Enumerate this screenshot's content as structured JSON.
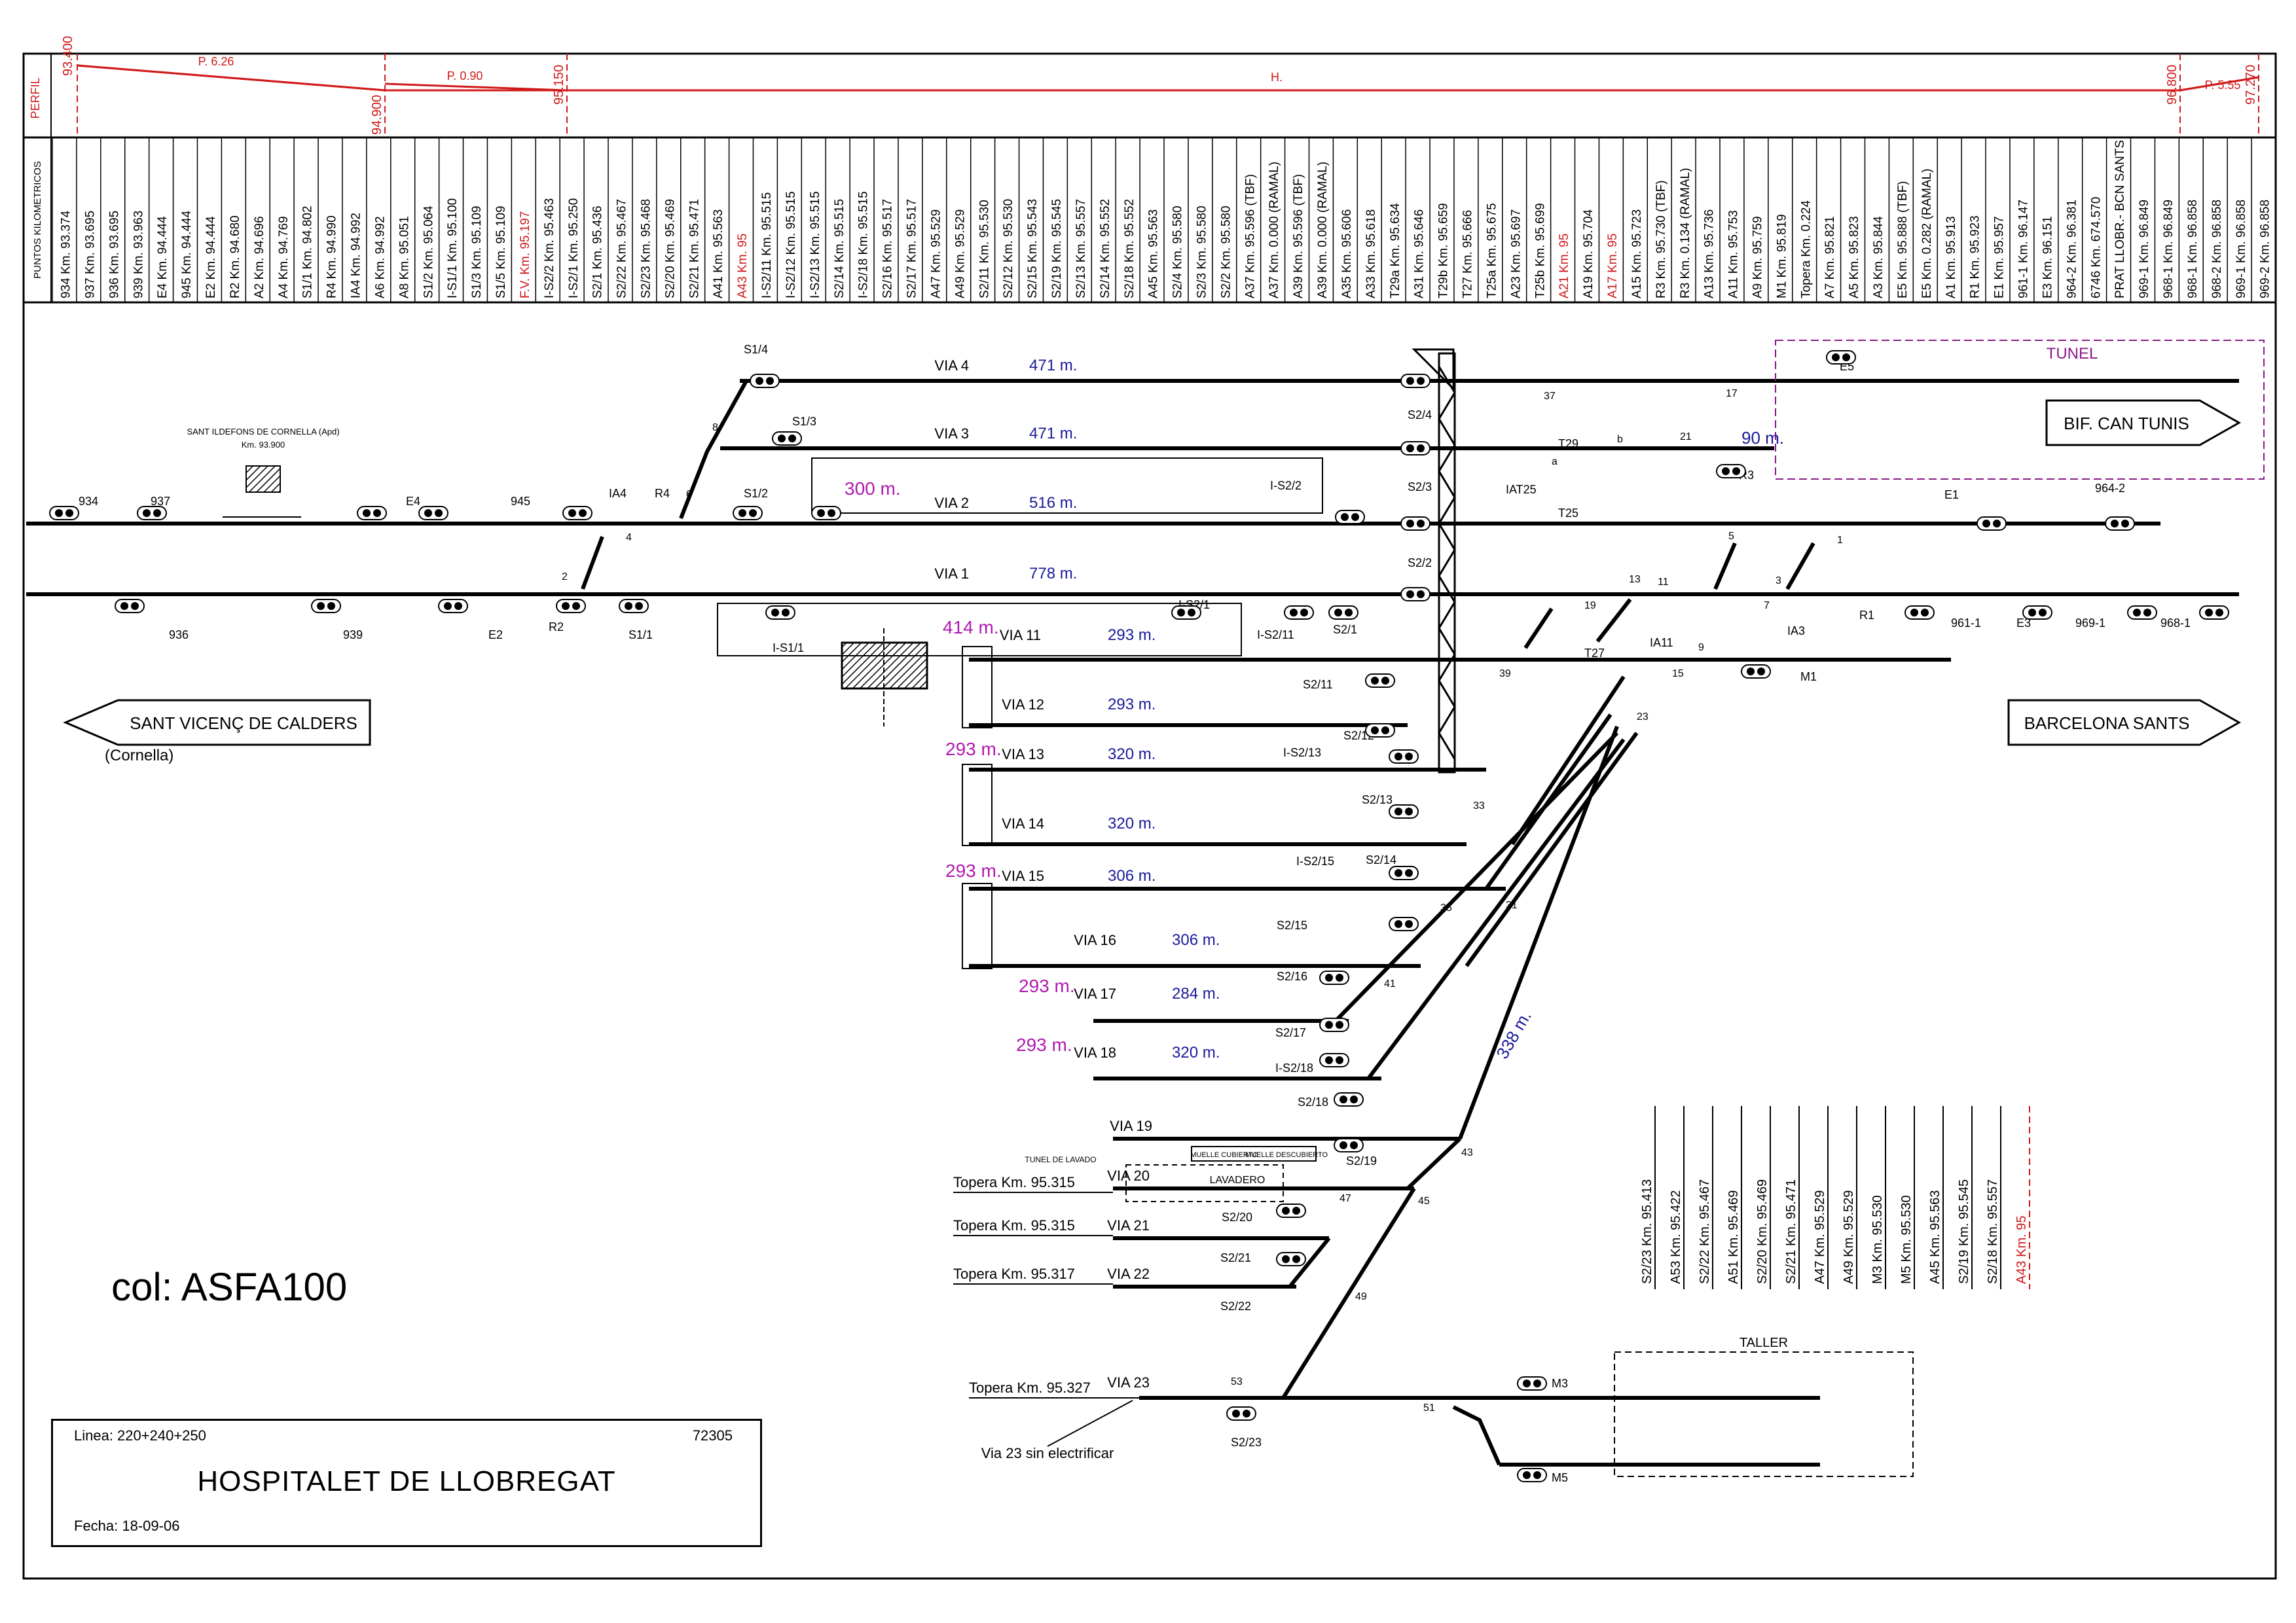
{
  "profile": {
    "label": "PERFIL",
    "km_label": "PUNTOS KILOMETRICOS",
    "elevations": [
      "93.400",
      "94.900",
      "95.150",
      "96.800",
      "97.270"
    ],
    "gradients": [
      "P. 6.26",
      "P. 0.90",
      "H.",
      "P. 5.55"
    ]
  },
  "km_points": [
    {
      "t": "934 Km. 93.374",
      "red": false
    },
    {
      "t": "937 Km. 93.695",
      "red": false
    },
    {
      "t": "936 Km. 93.695",
      "red": false
    },
    {
      "t": "939 Km. 93.963",
      "red": false
    },
    {
      "t": "E4 Km. 94.444",
      "red": false
    },
    {
      "t": "945 Km. 94.444",
      "red": false
    },
    {
      "t": "E2 Km. 94.444",
      "red": false
    },
    {
      "t": "R2 Km. 94.680",
      "red": false
    },
    {
      "t": "A2 Km. 94.696",
      "red": false
    },
    {
      "t": "A4 Km. 94.769",
      "red": false
    },
    {
      "t": "S1/1 Km. 94.802",
      "red": false
    },
    {
      "t": "R4 Km. 94.990",
      "red": false
    },
    {
      "t": "IA4 Km. 94.992",
      "red": false
    },
    {
      "t": "A6 Km. 94.992",
      "red": false
    },
    {
      "t": "A8 Km. 95.051",
      "red": false
    },
    {
      "t": "S1/2 Km. 95.064",
      "red": false
    },
    {
      "t": "I-S1/1 Km. 95.100",
      "red": false
    },
    {
      "t": "S1/3 Km. 95.109",
      "red": false
    },
    {
      "t": "S1/5 Km. 95.109",
      "red": false
    },
    {
      "t": "F.V. Km. 95.197",
      "red": true
    },
    {
      "t": "I-S2/2 Km. 95.463",
      "red": false
    },
    {
      "t": "I-S2/1 Km. 95.250",
      "red": false
    },
    {
      "t": "S2/1 Km. 95.436",
      "red": false
    },
    {
      "t": "S2/22 Km. 95.467",
      "red": false
    },
    {
      "t": "S2/23 Km. 95.468",
      "red": false
    },
    {
      "t": "S2/20 Km. 95.469",
      "red": false
    },
    {
      "t": "S2/21 Km. 95.471",
      "red": false
    },
    {
      "t": "A41 Km. 95.563",
      "red": false
    },
    {
      "t": "A43 Km. 95",
      "red": true
    },
    {
      "t": "I-S2/11 Km. 95.515",
      "red": false
    },
    {
      "t": "I-S2/12 Km. 95.515",
      "red": false
    },
    {
      "t": "I-S2/13 Km. 95.515",
      "red": false
    },
    {
      "t": "S2/14 Km. 95.515",
      "red": false
    },
    {
      "t": "I-S2/18 Km. 95.515",
      "red": false
    },
    {
      "t": "S2/16 Km. 95.517",
      "red": false
    },
    {
      "t": "S2/17 Km. 95.517",
      "red": false
    },
    {
      "t": "A47 Km. 95.529",
      "red": false
    },
    {
      "t": "A49 Km. 95.529",
      "red": false
    },
    {
      "t": "S2/11 Km. 95.530",
      "red": false
    },
    {
      "t": "S2/12 Km. 95.530",
      "red": false
    },
    {
      "t": "S2/15 Km. 95.543",
      "red": false
    },
    {
      "t": "S2/19 Km. 95.545",
      "red": false
    },
    {
      "t": "S2/13 Km. 95.557",
      "red": false
    },
    {
      "t": "S2/14 Km. 95.552",
      "red": false
    },
    {
      "t": "S2/18 Km. 95.552",
      "red": false
    },
    {
      "t": "A45 Km. 95.563",
      "red": false
    },
    {
      "t": "S2/4 Km. 95.580",
      "red": false
    },
    {
      "t": "S2/3 Km. 95.580",
      "red": false
    },
    {
      "t": "S2/2 Km. 95.580",
      "red": false
    },
    {
      "t": "A37 Km. 95.596 (TBF)",
      "red": false
    },
    {
      "t": "A37 Km. 0.000 (RAMAL)",
      "red": false
    },
    {
      "t": "A39 Km. 95.596 (TBF)",
      "red": false
    },
    {
      "t": "A39 Km. 0.000 (RAMAL)",
      "red": false
    },
    {
      "t": "A35 Km. 95.606",
      "red": false
    },
    {
      "t": "A33 Km. 95.618",
      "red": false
    },
    {
      "t": "T29a Km. 95.634",
      "red": false
    },
    {
      "t": "A31 Km. 95.646",
      "red": false
    },
    {
      "t": "T29b Km. 95.659",
      "red": false
    },
    {
      "t": "T27 Km. 95.666",
      "red": false
    },
    {
      "t": "T25a Km. 95.675",
      "red": false
    },
    {
      "t": "A23 Km. 95.697",
      "red": false
    },
    {
      "t": "T25b Km. 95.699",
      "red": false
    },
    {
      "t": "A21 Km. 95",
      "red": true
    },
    {
      "t": "A19 Km. 95.704",
      "red": false
    },
    {
      "t": "A17 Km. 95",
      "red": true
    },
    {
      "t": "A15 Km. 95.723",
      "red": false
    },
    {
      "t": "R3 Km. 95.730 (TBF)",
      "red": false
    },
    {
      "t": "R3 Km. 0.134 (RAMAL)",
      "red": false
    },
    {
      "t": "A13 Km. 95.736",
      "red": false
    },
    {
      "t": "A11 Km. 95.753",
      "red": false
    },
    {
      "t": "A9 Km. 95.759",
      "red": false
    },
    {
      "t": "M1 Km. 95.819",
      "red": false
    },
    {
      "t": "Topera Km. 0.224",
      "red": false
    },
    {
      "t": "A7 Km. 95.821",
      "red": false
    },
    {
      "t": "A5 Km. 95.823",
      "red": false
    },
    {
      "t": "A3 Km. 95.844",
      "red": false
    },
    {
      "t": "E5 Km. 95.888 (TBF)",
      "red": false
    },
    {
      "t": "E5 Km. 0.282 (RAMAL)",
      "red": false
    },
    {
      "t": "A1 Km. 95.913",
      "red": false
    },
    {
      "t": "R1 Km. 95.923",
      "red": false
    },
    {
      "t": "E1 Km. 95.957",
      "red": false
    },
    {
      "t": "961-1 Km. 96.147",
      "red": false
    },
    {
      "t": "E3 Km. 96.151",
      "red": false
    },
    {
      "t": "964-2 Km. 96.381",
      "red": false
    },
    {
      "t": "6746 Km. 674.570",
      "red": false
    },
    {
      "t": "PRAT LLOBR.- BCN SANTS",
      "red": false
    },
    {
      "t": "969-1 Km. 96.849",
      "red": false
    },
    {
      "t": "968-1 Km. 96.849",
      "red": false
    },
    {
      "t": "968-1 Km. 96.858",
      "red": false
    },
    {
      "t": "968-2 Km. 96.858",
      "red": false
    },
    {
      "t": "969-1 Km. 96.858",
      "red": false
    },
    {
      "t": "969-2 Km. 96.858",
      "red": false
    }
  ],
  "vias": [
    {
      "name": "VIA 4",
      "len": "471 m."
    },
    {
      "name": "VIA 3",
      "len": "471 m."
    },
    {
      "name": "VIA 2",
      "len": "516 m."
    },
    {
      "name": "VIA 1",
      "len": "778 m."
    },
    {
      "name": "VIA 11",
      "len": "293 m."
    },
    {
      "name": "VIA 12",
      "len": "293 m."
    },
    {
      "name": "VIA 13",
      "len": "320 m."
    },
    {
      "name": "VIA 14",
      "len": "320 m."
    },
    {
      "name": "VIA 15",
      "len": "306 m."
    },
    {
      "name": "VIA 16",
      "len": "306 m."
    },
    {
      "name": "VIA 17",
      "len": "284 m."
    },
    {
      "name": "VIA 18",
      "len": "320 m."
    },
    {
      "name": "VIA 19",
      "len": ""
    },
    {
      "name": "VIA 20",
      "len": ""
    },
    {
      "name": "VIA 21",
      "len": ""
    },
    {
      "name": "VIA 22",
      "len": ""
    },
    {
      "name": "VIA 23",
      "len": ""
    }
  ],
  "platform_lengths": [
    "300 m.",
    "414 m.",
    "293 m.",
    "293 m.",
    "293 m.",
    "293 m."
  ],
  "branch_lengths": [
    "90 m.",
    "338 m."
  ],
  "signals": [
    "934",
    "937",
    "E4",
    "945",
    "IA4",
    "R4",
    "S1/4",
    "S1/3",
    "S1/2",
    "I-S2/2",
    "S2/4",
    "S2/3",
    "S2/2",
    "IAT25",
    "T29",
    "T25",
    "T27",
    "R3",
    "E5",
    "E1",
    "964-2",
    "936",
    "939",
    "E2",
    "R2",
    "S1/1",
    "I-S1/1",
    "I-S2/1",
    "I-S2/11",
    "S2/1",
    "IA11",
    "IA3",
    "R1",
    "961-1",
    "E3",
    "969-1",
    "968-1",
    "M1",
    "S2/11",
    "S2/12",
    "I-S2/13",
    "S2/13",
    "I-S2/15",
    "S2/14",
    "S2/15",
    "S2/16",
    "S2/17",
    "I-S2/18",
    "S2/18",
    "S2/19",
    "S2/20",
    "S2/21",
    "S2/22",
    "S2/23",
    "M3",
    "M5"
  ],
  "switch_numbers": [
    "2",
    "4",
    "6",
    "8",
    "37",
    "17",
    "21",
    "a",
    "b",
    "13",
    "5",
    "3",
    "1",
    "11",
    "19",
    "7",
    "9",
    "15",
    "39",
    "23",
    "33",
    "31",
    "35",
    "41",
    "43",
    "45",
    "47",
    "49",
    "53",
    "51"
  ],
  "directions": {
    "left": "SANT VICENÇ DE CALDERS",
    "left_sub": "(Cornella)",
    "right_bottom": "BARCELONA SANTS",
    "right_top": "BIF. CAN TUNIS"
  },
  "labels": {
    "tunnel": "TUNEL",
    "station_apd": "SANT ILDEFONS DE CORNELLA (Apd)",
    "station_apd_km": "Km. 93.900",
    "taller": "TALLER",
    "muelle_cubierto": "MUELLE CUBIERTO",
    "muelle_descubierto": "MUELLE DESCUBIERTO",
    "tunel_lavado": "TUNEL DE LAVADO",
    "lavadero": "LAVADERO",
    "via23_note": "Via 23 sin electrificar"
  },
  "toperas": [
    "Topera Km. 95.315",
    "Topera Km. 95.315",
    "Topera Km. 95.317",
    "Topera Km. 95.327"
  ],
  "km_table": [
    {
      "t": "S2/23 Km. 95.413",
      "red": false
    },
    {
      "t": "A53 Km. 95.422",
      "red": false
    },
    {
      "t": "S2/22 Km. 95.467",
      "red": false
    },
    {
      "t": "A51 Km. 95.469",
      "red": false
    },
    {
      "t": "S2/20 Km. 95.469",
      "red": false
    },
    {
      "t": "S2/21 Km. 95.471",
      "red": false
    },
    {
      "t": "A47 Km. 95.529",
      "red": false
    },
    {
      "t": "A49 Km. 95.529",
      "red": false
    },
    {
      "t": "M3 Km. 95.530",
      "red": false
    },
    {
      "t": "M5 Km. 95.530",
      "red": false
    },
    {
      "t": "A45 Km. 95.563",
      "red": false
    },
    {
      "t": "S2/19 Km. 95.545",
      "red": false
    },
    {
      "t": "S2/18 Km. 95.557",
      "red": false
    },
    {
      "t": "A43 Km. 95",
      "red": true
    }
  ],
  "col_note": "col: ASFA100",
  "title_block": {
    "line": "Linea: 220+240+250",
    "code": "72305",
    "name": "HOSPITALET DE LLOBREGAT",
    "date": "Fecha: 18-09-06"
  },
  "colors": {
    "profile": "#d01a1a",
    "lengths": "#1a1a9a",
    "platform": "#b01ab0",
    "tunnel": "#8a1a8a",
    "red_km": "#d01a1a"
  }
}
